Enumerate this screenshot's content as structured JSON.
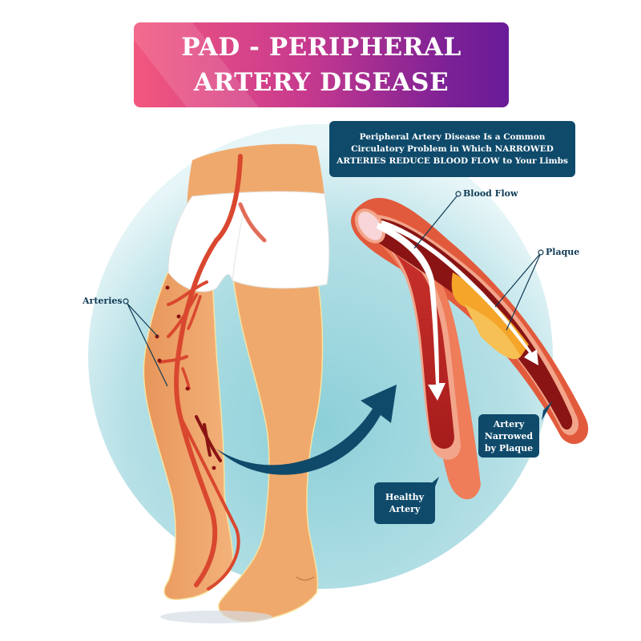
{
  "title": {
    "line1": "PAD - PERIPHERAL",
    "line2": "ARTERY DISEASE"
  },
  "info_box": {
    "text": "Peripheral Artery Disease Is a Common Circulatory Problem in Which NARROWED ARTERIES REDUCE BLOOD FLOW to Your Limbs"
  },
  "labels": {
    "arteries": "Arteries",
    "blood_flow": "Blood Flow",
    "plaque": "Plaque"
  },
  "callouts": {
    "narrowed": "Artery Narrowed by Plaque",
    "healthy": "Healthy Artery"
  },
  "colors": {
    "title_gradient_start": "#f2577e",
    "title_gradient_end": "#6a1b98",
    "navy": "#0f4a6b",
    "circle_bg": "#a9dbe2",
    "skin": "#f0a96c",
    "artery_red": "#d9472f",
    "artery_dark": "#8a1414",
    "plaque_orange": "#f4a52a"
  }
}
